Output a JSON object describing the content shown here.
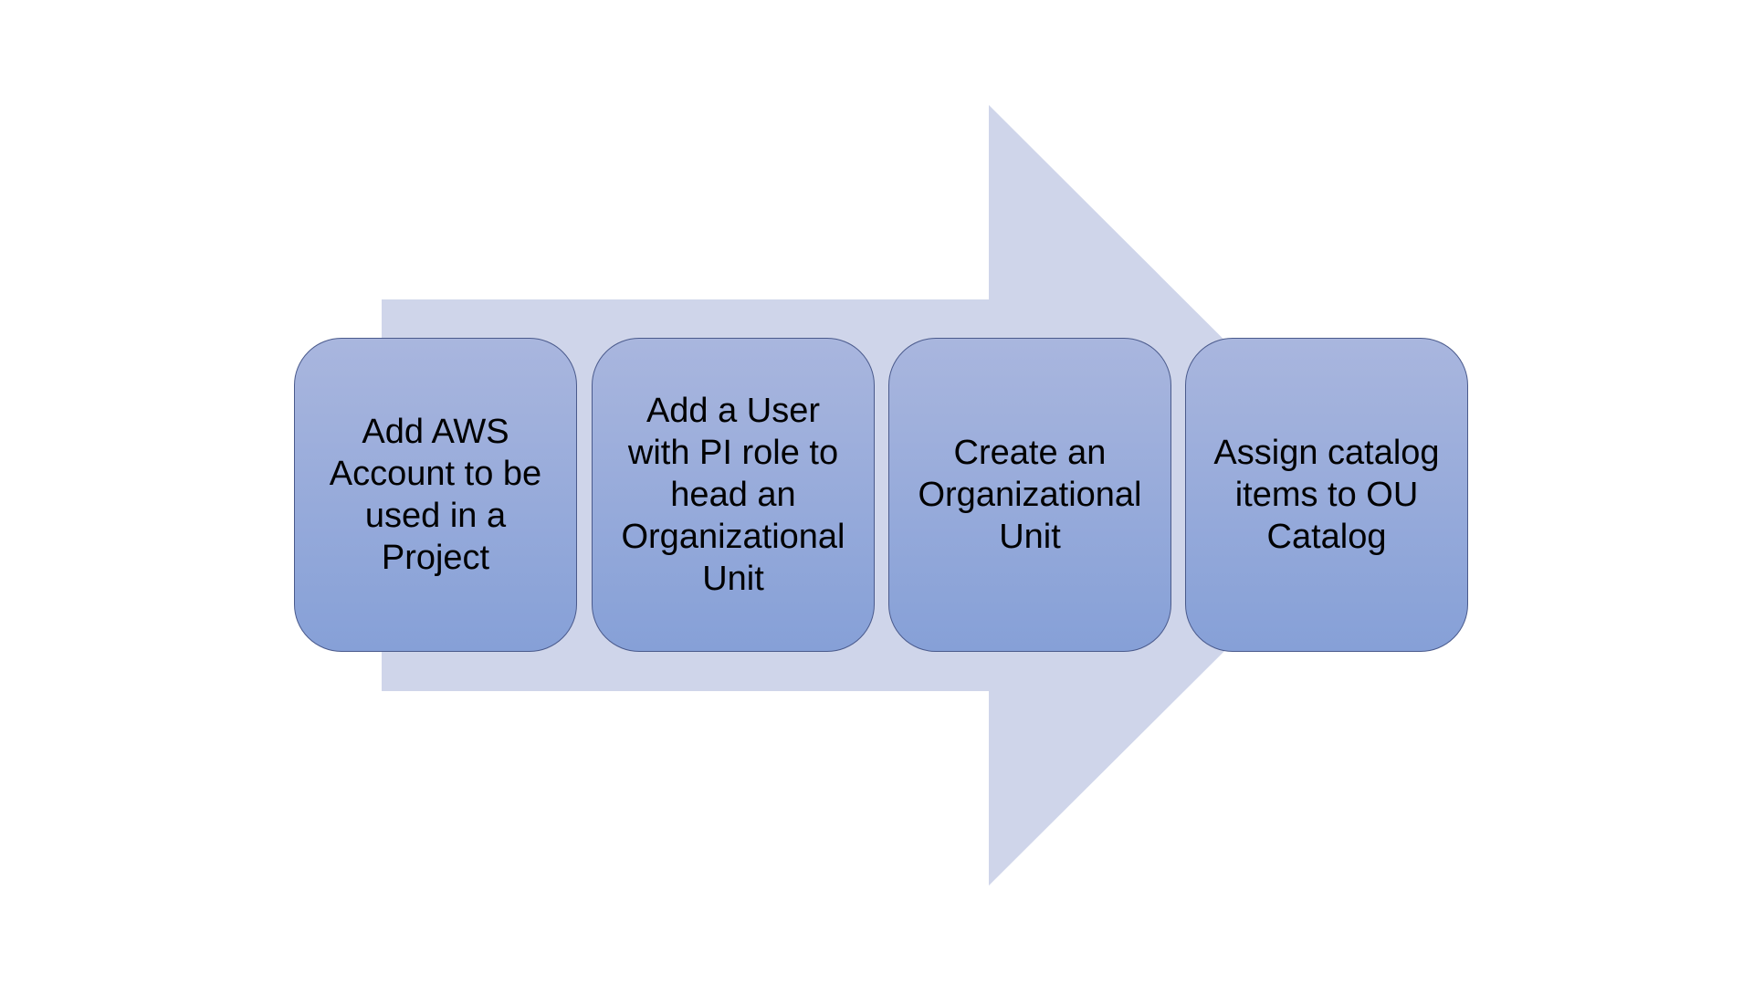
{
  "diagram": {
    "colors": {
      "arrow_fill": "#cfd5ea",
      "box_top": "#a9b6de",
      "box_bottom": "#86a0d7",
      "box_border": "#4a5a8c",
      "text": "#000000"
    },
    "steps": [
      {
        "label": "Add AWS\nAccount to be\nused in a\nProject"
      },
      {
        "label": "Add a User\nwith PI role to\nhead an\nOrganizational\nUnit"
      },
      {
        "label": "Create an\nOrganizational\nUnit"
      },
      {
        "label": "Assign catalog\nitems to OU\nCatalog"
      }
    ]
  }
}
